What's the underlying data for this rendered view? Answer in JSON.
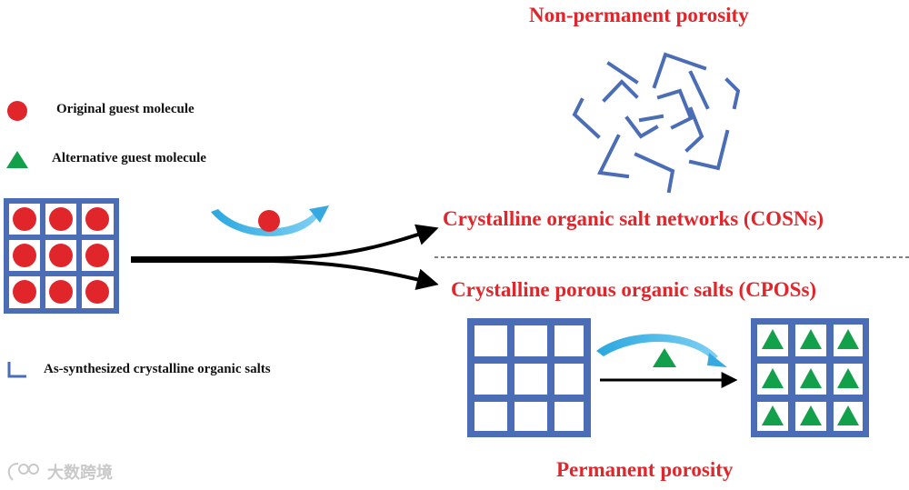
{
  "labels": {
    "top_title": "Non-permanent porosity",
    "bottom_title": "Permanent porosity",
    "cosn": "Crystalline organic salt networks (COSNs)",
    "cpos": "Crystalline porous organic salts (CPOSs)"
  },
  "legend": {
    "original_guest": "Original guest molecule",
    "alternative_guest": "Alternative guest molecule",
    "as_synthesized": "As-synthesized crystalline organic salts"
  },
  "watermark": "大数跨境",
  "colors": {
    "red": "#e0262b",
    "blue": "#4a6db6",
    "green": "#13a04a",
    "cyan_arrow": "#36a9e1",
    "black": "#000000"
  }
}
